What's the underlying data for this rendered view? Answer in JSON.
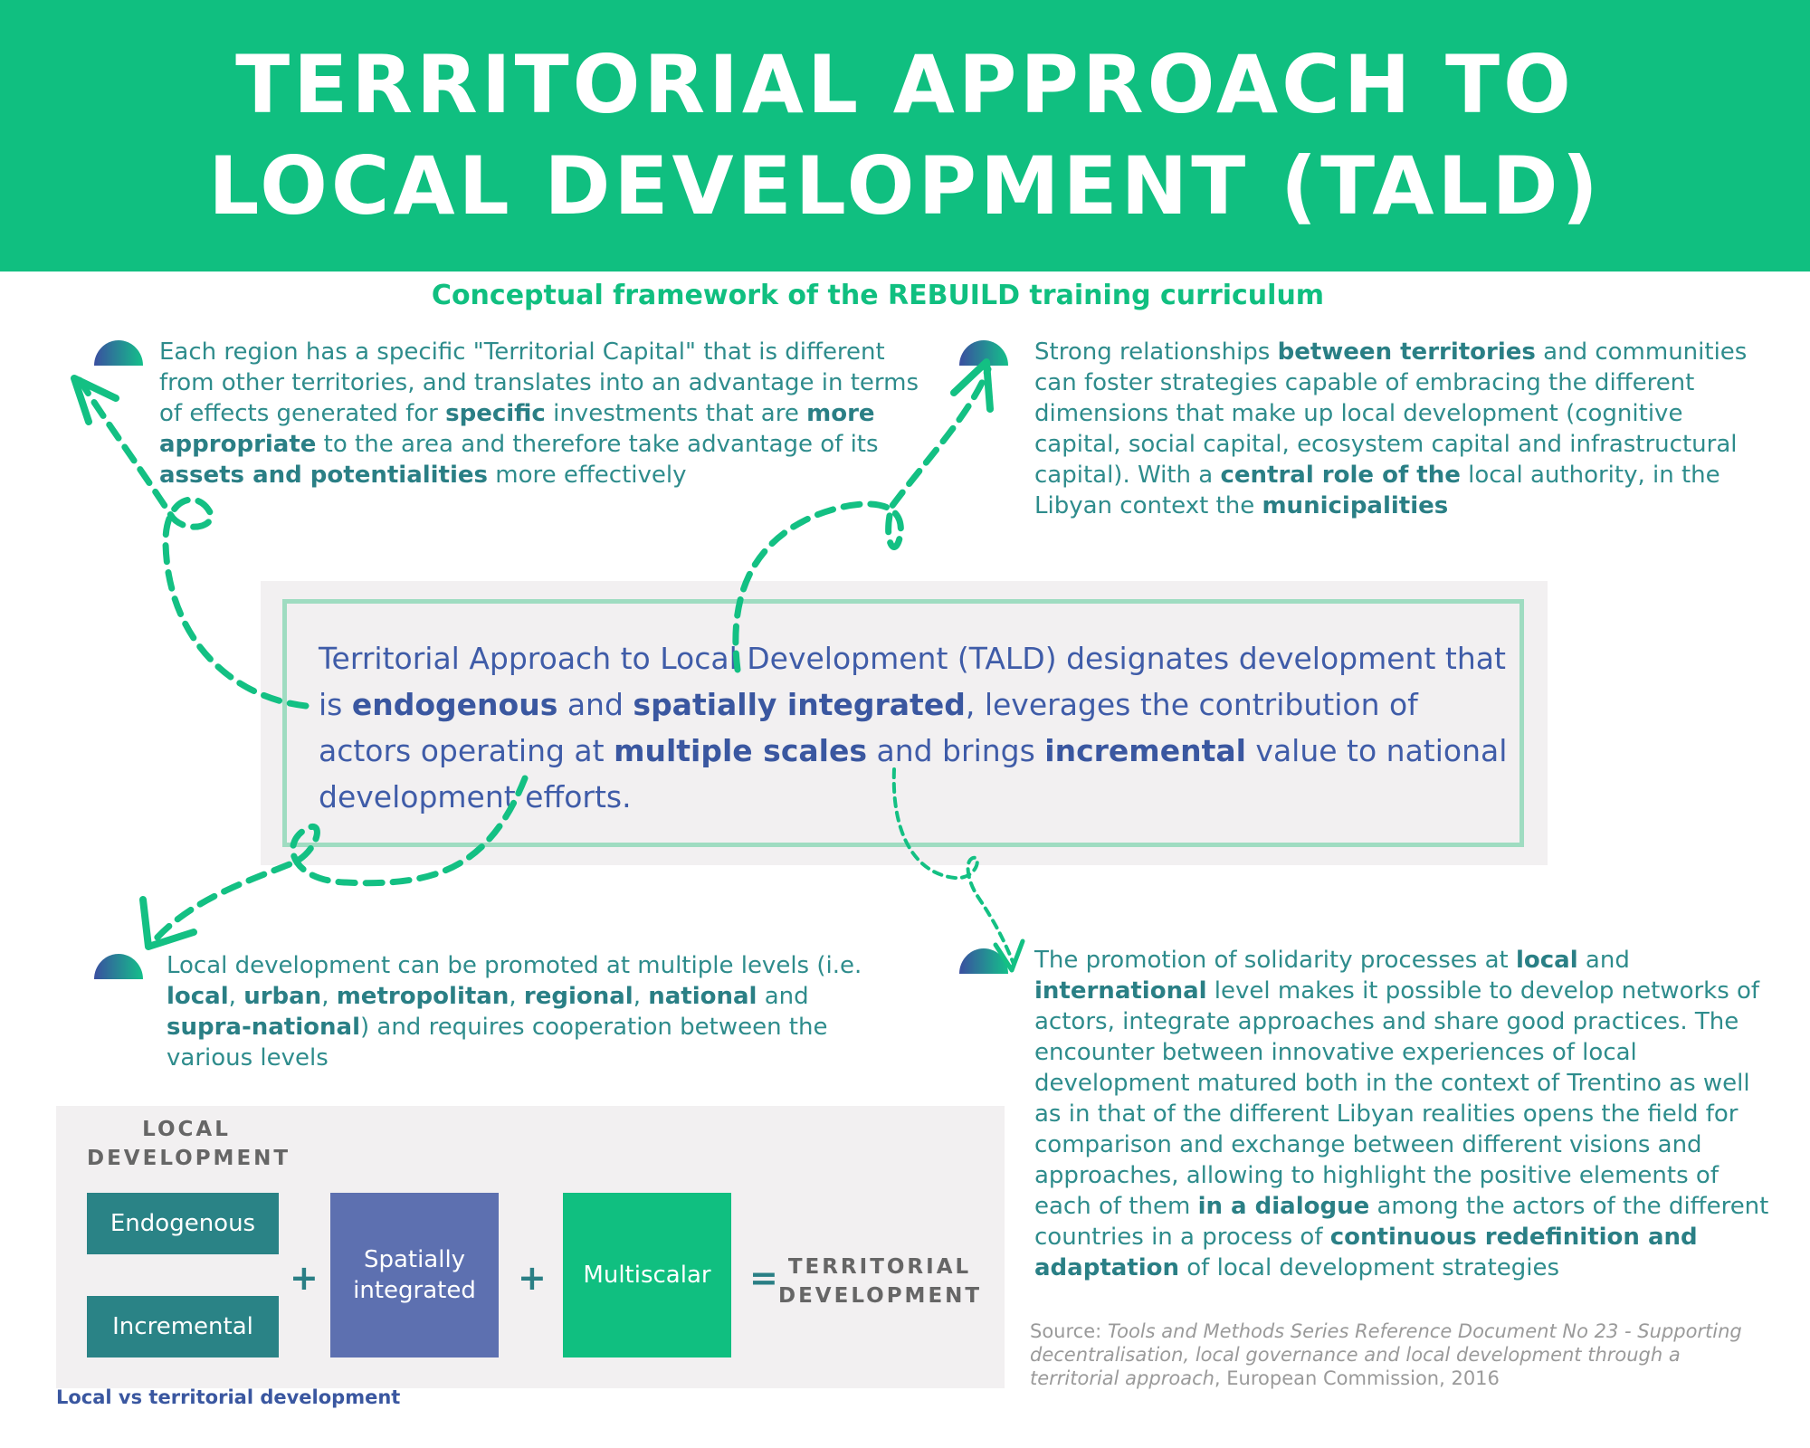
{
  "header": {
    "title_line1": "TERRITORIAL APPROACH TO",
    "title_line2": "LOCAL DEVELOPMENT (TALD)"
  },
  "subtitle": "Conceptual framework of the REBUILD training curriculum",
  "colors": {
    "green": "#10bf80",
    "teal": "#2e8c8c",
    "blue": "#3f5ca8",
    "box_blue": "#5d70b0",
    "box_teal": "#2a8386"
  },
  "paragraphs": {
    "top_left": [
      {
        "t": "Each region has a specific \"Territorial Capital\" that is different from other territories, and translates into an advantage in terms of effects generated for "
      },
      {
        "t": "specific",
        "b": true
      },
      {
        "t": " investments that are "
      },
      {
        "t": "more appropriate",
        "b": true
      },
      {
        "t": " to the area and therefore take advantage of its "
      },
      {
        "t": "assets and potentialities",
        "b": true
      },
      {
        "t": " more effectively"
      }
    ],
    "top_right": [
      {
        "t": "Strong relationships "
      },
      {
        "t": "between territories",
        "b": true
      },
      {
        "t": " and communities can foster strategies capable of embracing the different dimensions that make up local development (cognitive capital, social capital, ecosystem capital and infrastructural capital). With a "
      },
      {
        "t": "central role of the",
        "b": true
      },
      {
        "t": " local authority, in the Libyan context the "
      },
      {
        "t": "municipalities",
        "b": true
      }
    ],
    "bottom_left": [
      {
        "t": "Local development can be promoted at multiple levels (i.e. "
      },
      {
        "t": "local",
        "b": true
      },
      {
        "t": ", "
      },
      {
        "t": "urban",
        "b": true
      },
      {
        "t": ", "
      },
      {
        "t": "metropolitan",
        "b": true
      },
      {
        "t": ", "
      },
      {
        "t": "regional",
        "b": true
      },
      {
        "t": ", "
      },
      {
        "t": "national",
        "b": true
      },
      {
        "t": " and "
      },
      {
        "t": "supra-national",
        "b": true
      },
      {
        "t": ") and requires cooperation between the various levels"
      }
    ],
    "bottom_right": [
      {
        "t": "The promotion of solidarity processes at "
      },
      {
        "t": "local",
        "b": true
      },
      {
        "t": " and "
      },
      {
        "t": "international",
        "b": true
      },
      {
        "t": " level makes it possible to develop networks of actors, integrate approaches and share good practices. The encounter between innovative experiences of local development matured both in the context of Trentino as well as in that of the different Libyan realities opens the field for comparison and exchange between different visions and approaches, allowing to highlight the positive elements of each of them "
      },
      {
        "t": "in a dialogue",
        "b": true
      },
      {
        "t": " among the actors of the different countries in a process of "
      },
      {
        "t": "continuous redefinition and adaptation",
        "b": true
      },
      {
        "t": " of local development strategies"
      }
    ],
    "center": [
      {
        "t": "Territorial Approach to Local Development (TALD) designates development that is "
      },
      {
        "t": "endogenous",
        "b": true
      },
      {
        "t": " and "
      },
      {
        "t": "spatially integrated",
        "b": true
      },
      {
        "t": ", leverages the contribution of actors operating at "
      },
      {
        "t": "multiple scales",
        "b": true
      },
      {
        "t": " and brings "
      },
      {
        "t": "incremental",
        "b": true
      },
      {
        "t": " value to national development efforts."
      }
    ]
  },
  "local_vs_territorial": {
    "local_title": "LOCAL DEVELOPMENT",
    "box_endogenous": "Endogenous",
    "box_incremental": "Incremental",
    "box_spatial": "Spatially integrated",
    "box_multiscalar": "Multiscalar",
    "plus": "+",
    "equals": "=",
    "territorial_title": "TERRITORIAL DEVELOPMENT",
    "caption": "Local vs territorial development"
  },
  "source": {
    "prefix": "Source: ",
    "title": "Tools and Methods Series Reference Document No 23 - Supporting decentralisation, local governance and local development through a territorial approach",
    "suffix": ", European Commission, 2016"
  }
}
